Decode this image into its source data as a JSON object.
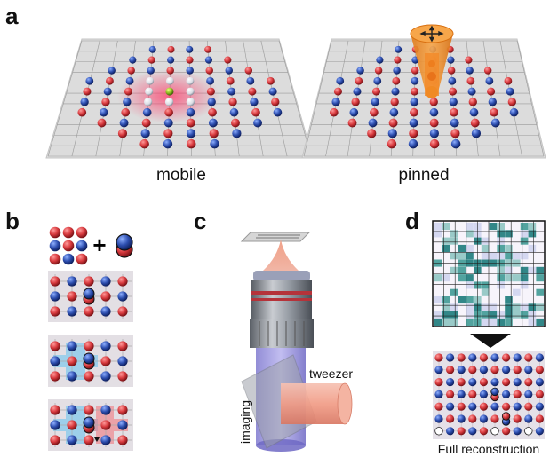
{
  "panels": {
    "a": {
      "label": "a",
      "left_caption": "mobile",
      "right_caption": "pinned"
    },
    "b": {
      "label": "b",
      "plus": "+"
    },
    "c": {
      "label": "c",
      "tweezer_label": "tweezer",
      "imaging_label": "imaging"
    },
    "d": {
      "label": "d",
      "reconstruction_label": "Full reconstruction"
    }
  },
  "colors": {
    "red_atom": "#d83a3e",
    "blue_atom": "#2e5fbd",
    "grid_plate": "#dadada",
    "tweezer_orange": "#f08a24",
    "imaging_purple": "#8f86d6",
    "tweezer_beam": "#f3a58d",
    "teal_signal": "#1c7b7b"
  }
}
